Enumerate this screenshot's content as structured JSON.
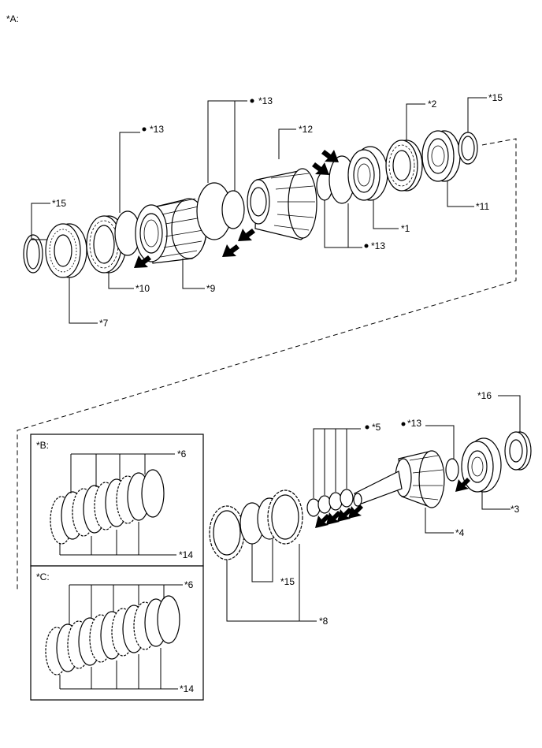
{
  "diagram": {
    "view_a": "*A:",
    "view_b": "*B:",
    "view_c": "*C:",
    "callouts": {
      "c1": "*1",
      "c2": "*2",
      "c3": "*3",
      "c4": "*4",
      "c5": "*5",
      "c6_b": "*6",
      "c6_c": "*6",
      "c7": "*7",
      "c8": "*8",
      "c9": "*9",
      "c10": "*10",
      "c11": "*11",
      "c12": "*12",
      "c13_a": "*13",
      "c13_b": "*13",
      "c13_c": "*13",
      "c13_d": "*13",
      "c14_b": "*14",
      "c14_c": "*14",
      "c15_a": "*15",
      "c15_b": "*15",
      "c15_c": "*15",
      "c16": "*16"
    }
  }
}
